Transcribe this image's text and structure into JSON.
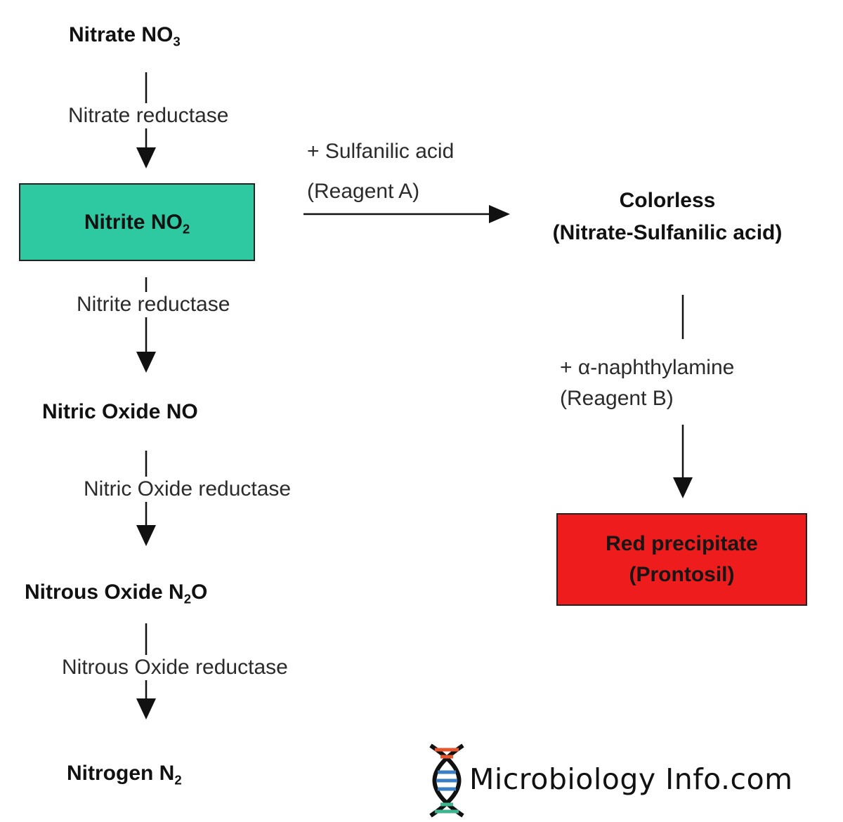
{
  "colors": {
    "nitrite_box": "#2ec9a1",
    "red_box": "#ee1c1c",
    "line": "#111111"
  },
  "left_chain": {
    "nitrate": {
      "name": "Nitrate NO",
      "sub": "3"
    },
    "enzyme1": "Nitrate reductase",
    "nitrite": {
      "name": "Nitrite NO",
      "sub": "2"
    },
    "enzyme2": "Nitrite reductase",
    "nitric_oxide": {
      "name": "Nitric Oxide NO"
    },
    "enzyme3": "Nitric Oxide reductase",
    "nitrous_oxide": {
      "name_a": "Nitrous Oxide N",
      "sub": "2",
      "name_b": "O"
    },
    "enzyme4": "Nitrous Oxide reductase",
    "nitrogen": {
      "name": "Nitrogen N",
      "sub": "2"
    }
  },
  "reagent_a": {
    "line1": "+ Sulfanilic acid",
    "line2": "(Reagent A)"
  },
  "colorless": {
    "line1": "Colorless",
    "line2": "(Nitrate-Sulfanilic acid)"
  },
  "reagent_b": {
    "line1": "+ α-naphthylamine",
    "line2": "(Reagent B)"
  },
  "red_precipitate": {
    "line1": "Red precipitate",
    "line2": "(Prontosil)"
  },
  "logo": {
    "text": "Microbiology Info.com",
    "icon": "dna-icon"
  }
}
